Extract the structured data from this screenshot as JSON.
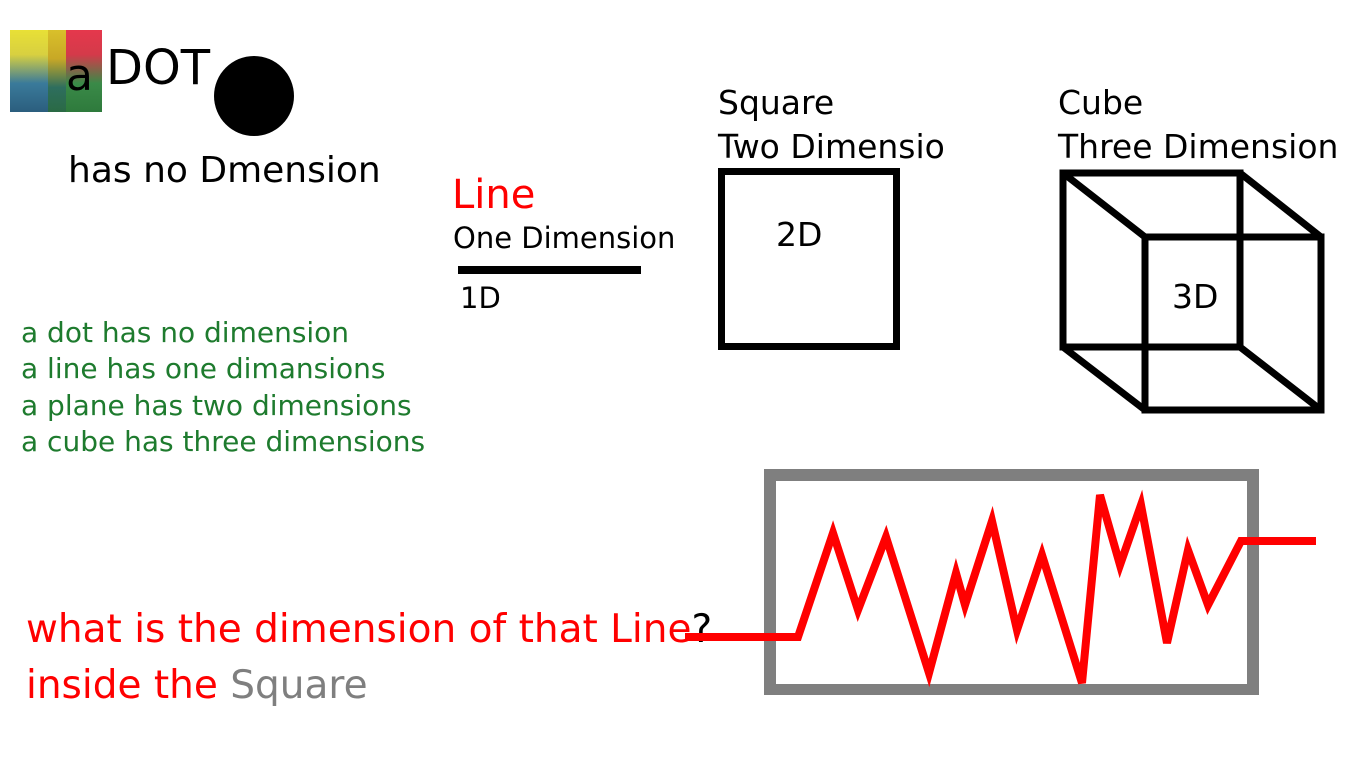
{
  "dot_section": {
    "title_a": "a",
    "title_dot": "DOT",
    "caption": "has no Dmension"
  },
  "line_section": {
    "title": "Line",
    "subtitle": "One Dimension",
    "tag": "1D"
  },
  "square_section": {
    "title": "Square",
    "subtitle": "Two Dimensio",
    "tag": "2D"
  },
  "cube_section": {
    "title": "Cube",
    "subtitle": "Three Dimension",
    "tag": "3D"
  },
  "summary": [
    "a dot has no dimension",
    "a line has one dimansions",
    "a plane has two dimensions",
    "a cube has three dimensions"
  ],
  "question": {
    "line1": "what is the dimension of that Line",
    "question_mark": "?",
    "line2_prefix": "inside the ",
    "line2_word": "Square"
  },
  "colors": {
    "red": "#ff0000",
    "green": "#1e7b2e",
    "gray": "#7f7f7f",
    "black": "#000000"
  }
}
